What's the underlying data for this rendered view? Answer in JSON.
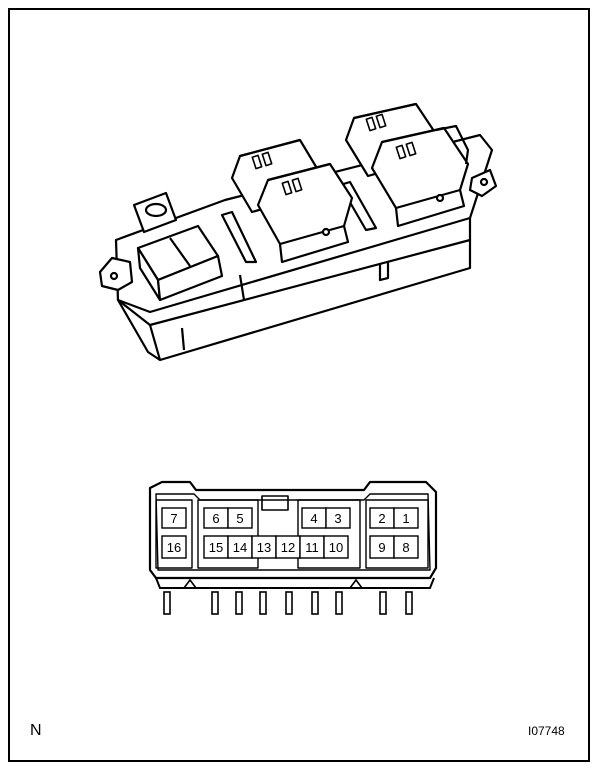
{
  "corner_left": "N",
  "corner_right": "I07748",
  "connector": {
    "top_row": [
      "7",
      "6",
      "5",
      "4",
      "3",
      "2",
      "1"
    ],
    "bottom_row": [
      "16",
      "15",
      "14",
      "13",
      "12",
      "11",
      "10",
      "9",
      "8"
    ]
  }
}
